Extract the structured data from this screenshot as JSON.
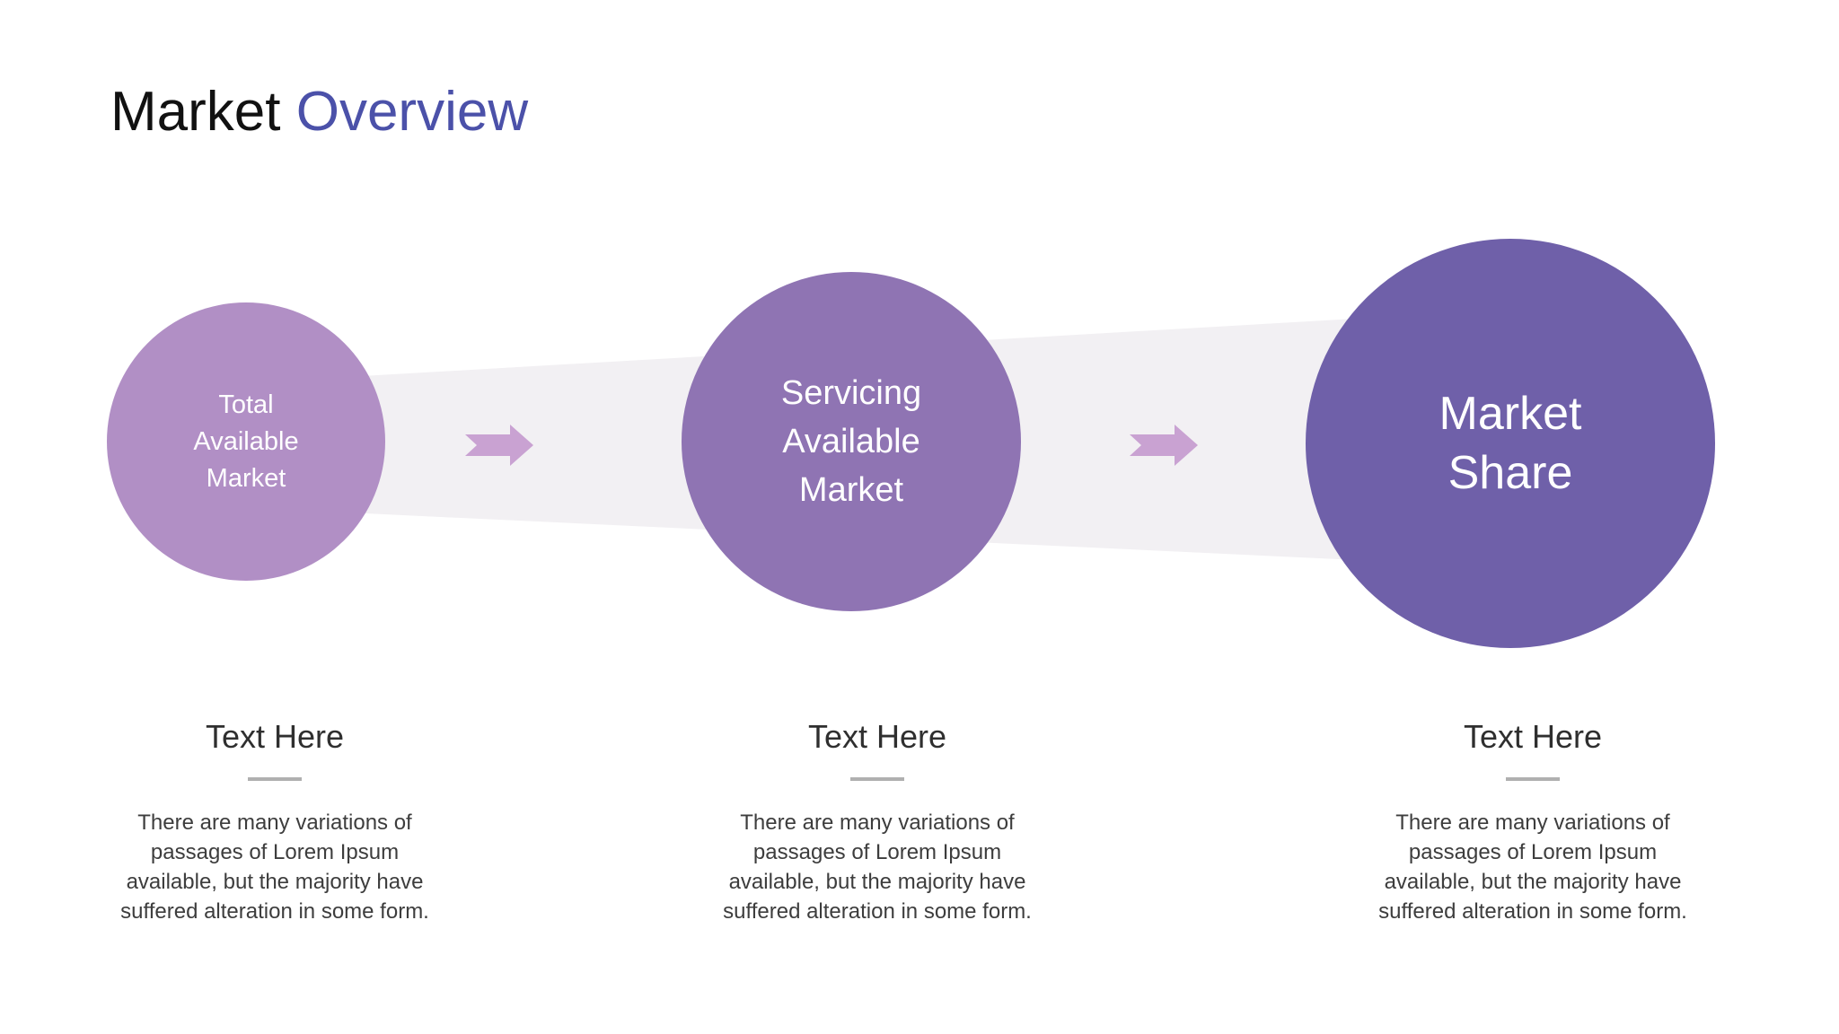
{
  "title": {
    "primary": "Market",
    "accent": "Overview",
    "accent_color": "#4b51a9",
    "primary_color": "#111111"
  },
  "colors": {
    "background": "#ffffff",
    "funnel": "#f2f0f3",
    "arrow": "#c9a2d2",
    "circle_1": "#b18fc5",
    "circle_2": "#8f74b3",
    "circle_3": "#6f60a9",
    "circle_text": "#ffffff",
    "heading_text": "#2f2f2f",
    "paragraph_text": "#3d3d3d",
    "divider": "#b0b0b0"
  },
  "stages": [
    {
      "label": "Total Available Market",
      "heading": "Text Here",
      "paragraph": "There are many variations of passages of Lorem Ipsum available, but the majority have suffered alteration in some form."
    },
    {
      "label": "Servicing Available Market",
      "heading": "Text Here",
      "paragraph": "There are many variations of passages of Lorem Ipsum available, but the majority have suffered alteration in some form."
    },
    {
      "label": "Market Share",
      "heading": "Text Here",
      "paragraph": "There are many variations of passages of Lorem Ipsum available, but the majority have suffered alteration in some form."
    }
  ]
}
